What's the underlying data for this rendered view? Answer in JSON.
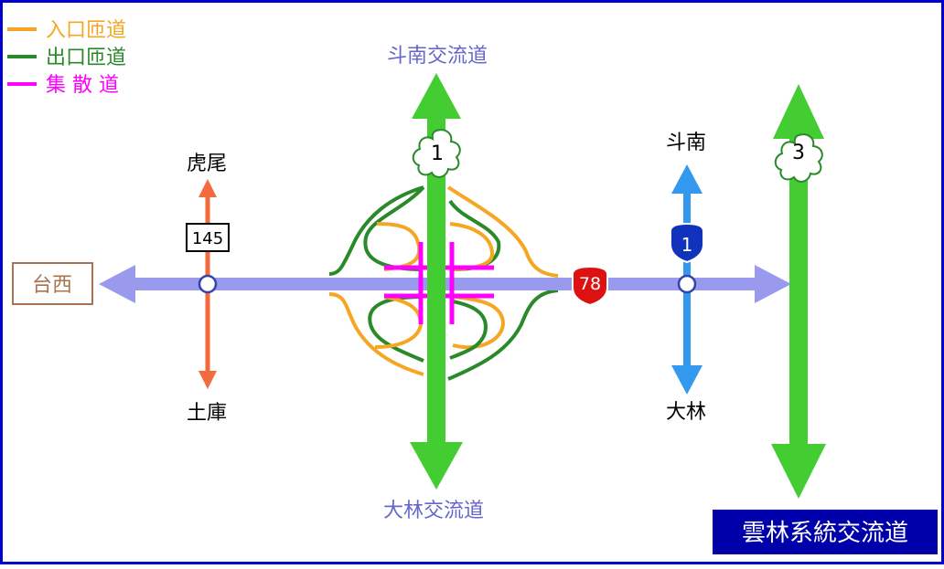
{
  "title": "雲林系統交流道",
  "legend": [
    {
      "label": "入口匝道",
      "color": "#f5a623"
    },
    {
      "label": "出口匝道",
      "color": "#2a8a2a"
    },
    {
      "label": "集 散 道",
      "color": "#ff00ff"
    }
  ],
  "places": {
    "north_interchange": "斗南交流道",
    "south_interchange": "大林交流道",
    "huwei": "虎尾",
    "tuku": "土庫",
    "taixi": "台西",
    "dounan": "斗南",
    "dalin": "大林"
  },
  "shields": {
    "nat_1": "1",
    "nat_3": "3",
    "county_145": "145",
    "prov_1": "1",
    "prov_78": "78"
  },
  "colors": {
    "border": "#0000cc",
    "freeway": "#44cc33",
    "expressway": "#9999ee",
    "county_road": "#f26a3d",
    "provincial_road": "#3399ee",
    "entry_ramp": "#f5a623",
    "exit_ramp": "#2a8a2a",
    "collector": "#ff00ff",
    "title_bg": "#0000aa",
    "prov78_red": "#dd1111",
    "prov1_blue": "#1133bb",
    "taixi_box": "#a8744f"
  }
}
